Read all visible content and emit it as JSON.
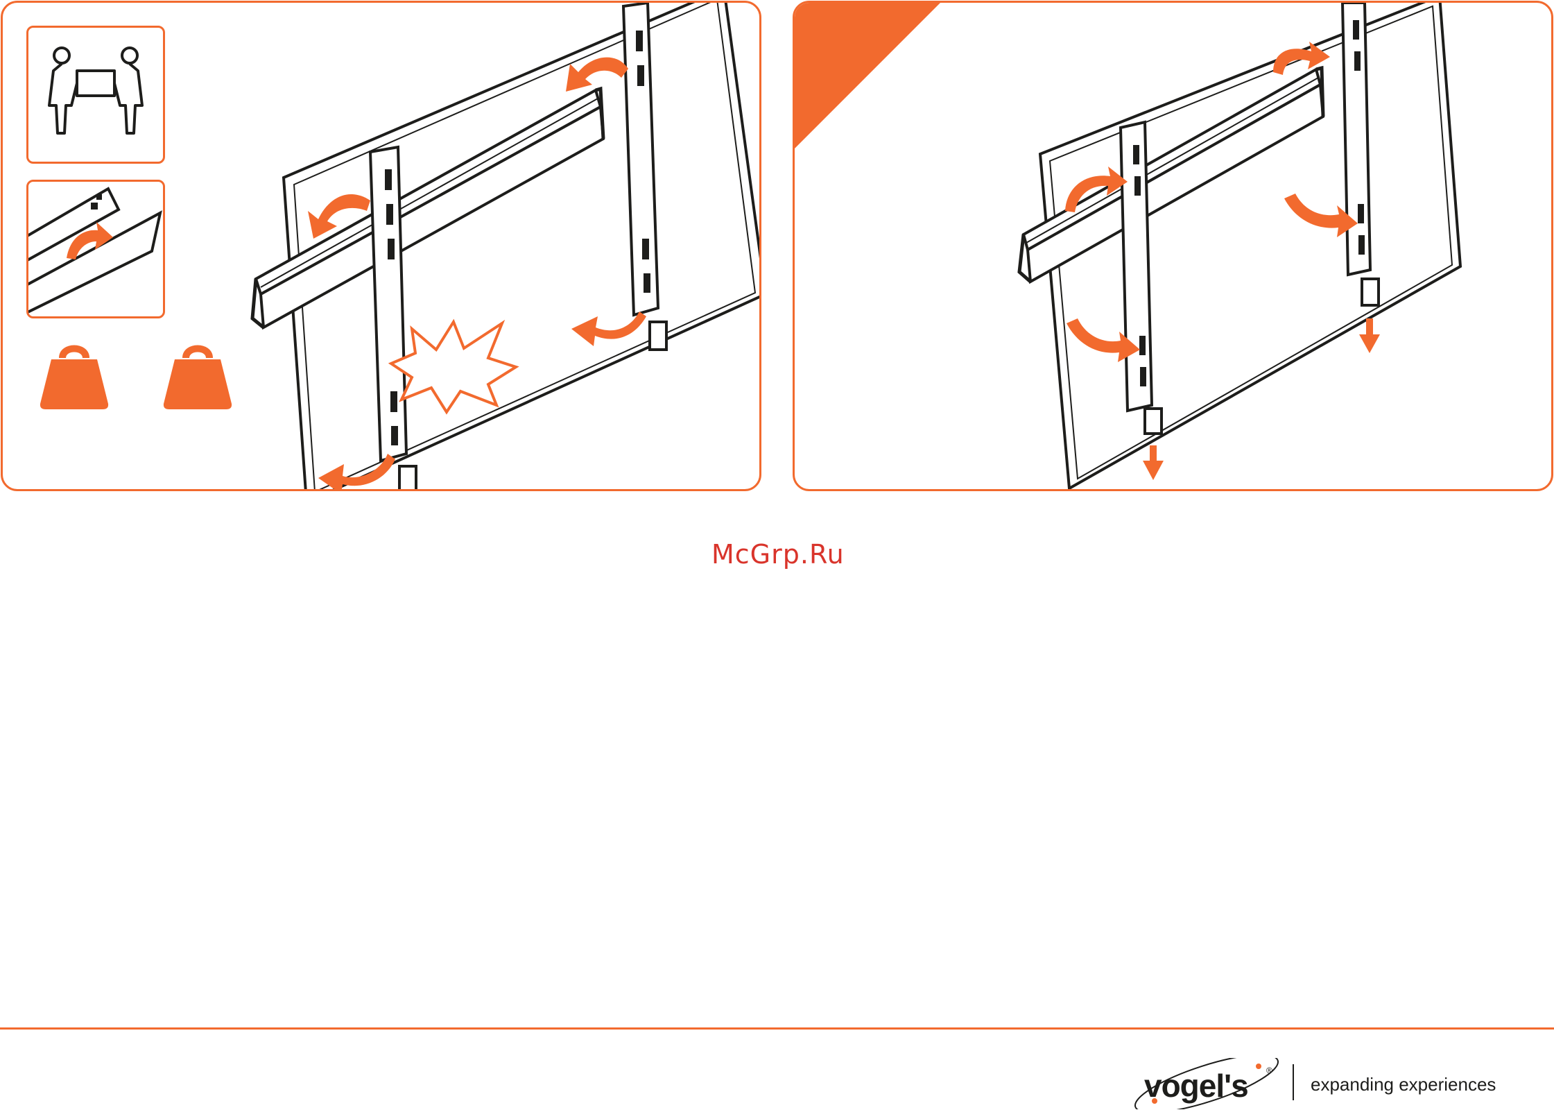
{
  "watermark": "McGrp.Ru",
  "brand": {
    "name": "vogel's",
    "registered": "®",
    "tagline": "expanding experiences"
  },
  "colors": {
    "accent": "#f26a2e",
    "line": "#1d1d1b",
    "watermark": "#d9342b"
  },
  "icons": {
    "left_panel": [
      "two-person-lift-icon",
      "bracket-detail-icon",
      "weight-icon",
      "weight-icon",
      "impact-burst-icon"
    ],
    "right_panel": [
      "step-corner-marker"
    ]
  }
}
